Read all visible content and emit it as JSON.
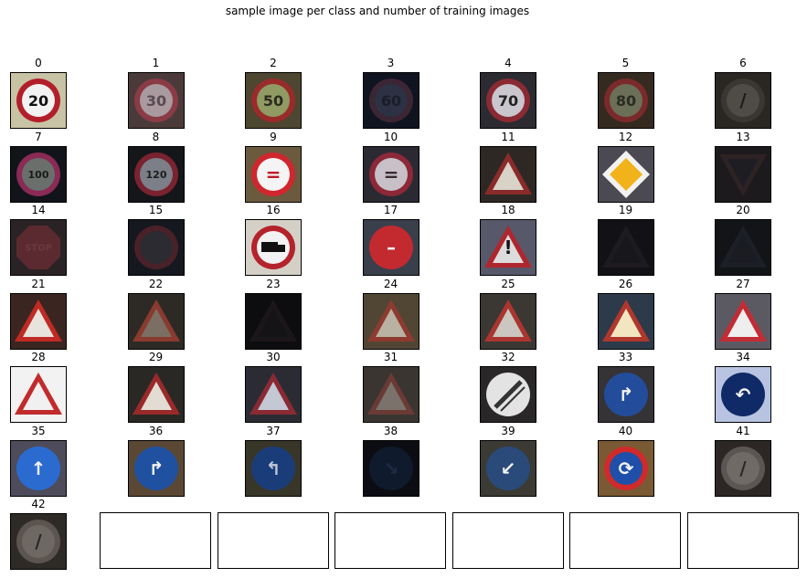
{
  "figure": {
    "title": "sample image per class and number of training images"
  },
  "samples": [
    {
      "label": "0",
      "bg": "#c9c3a6",
      "ring": "#b21f2a",
      "fill": "#f2f2f2",
      "shape": "circle",
      "glyph": "20",
      "glyph_color": "#111111"
    },
    {
      "label": "1",
      "bg": "#4a3b3a",
      "ring": "#8a3b45",
      "fill": "#a99aa0",
      "shape": "circle",
      "glyph": "30",
      "glyph_color": "#5a4a52"
    },
    {
      "label": "2",
      "bg": "#4d4630",
      "ring": "#9a2b2b",
      "fill": "#8f9b63",
      "shape": "circle",
      "glyph": "50",
      "glyph_color": "#2b2a1f"
    },
    {
      "label": "3",
      "bg": "#101420",
      "ring": "#3c2633",
      "fill": "#2c3143",
      "shape": "circle",
      "glyph": "60",
      "glyph_color": "#1a1d2a"
    },
    {
      "label": "4",
      "bg": "#2b2b31",
      "ring": "#8a2a33",
      "fill": "#c9c6cd",
      "shape": "circle",
      "glyph": "70",
      "glyph_color": "#222222"
    },
    {
      "label": "5",
      "bg": "#352a1f",
      "ring": "#7a2a2a",
      "fill": "#6b6f57",
      "shape": "circle",
      "glyph": "80",
      "glyph_color": "#2b2b22"
    },
    {
      "label": "6",
      "bg": "#2a2723",
      "ring": "#3a3733",
      "fill": "#4f4c46",
      "shape": "circle",
      "glyph": "/",
      "glyph_color": "#1f1c18"
    },
    {
      "label": "7",
      "bg": "#111419",
      "ring": "#8a2a55",
      "fill": "#6a6f6b",
      "shape": "circle",
      "glyph": "100",
      "glyph_color": "#1a1a1a"
    },
    {
      "label": "8",
      "bg": "#14161a",
      "ring": "#7a2230",
      "fill": "#7c7f87",
      "shape": "circle",
      "glyph": "120",
      "glyph_color": "#1c1c1c"
    },
    {
      "label": "9",
      "bg": "#6b5a3e",
      "ring": "#d0262e",
      "fill": "#f4f4f4",
      "shape": "circle",
      "glyph": "=",
      "glyph_color": "#c01a24"
    },
    {
      "label": "10",
      "bg": "#2b2a33",
      "ring": "#8c2838",
      "fill": "#c7c0c7",
      "shape": "circle",
      "glyph": "=",
      "glyph_color": "#3a2a2f"
    },
    {
      "label": "11",
      "bg": "#2e2825",
      "ring": "#8a2a2a",
      "fill": "#d8d2c7",
      "shape": "triangle",
      "glyph": "",
      "glyph_color": "#1a1a1a"
    },
    {
      "label": "12",
      "bg": "#4b4a52",
      "ring": "#f2f2f2",
      "fill": "#f2b21a",
      "shape": "diamond",
      "glyph": "",
      "glyph_color": "#000000"
    },
    {
      "label": "13",
      "bg": "#1c1a1c",
      "ring": "#2d2224",
      "fill": "#1e1d22",
      "shape": "inv-triangle",
      "glyph": "",
      "glyph_color": "#000000"
    },
    {
      "label": "14",
      "bg": "#2a2325",
      "ring": "#5a2a30",
      "fill": "#5a2a30",
      "shape": "octagon",
      "glyph": "STOP",
      "glyph_color": "#6a3a3f"
    },
    {
      "label": "15",
      "bg": "#161820",
      "ring": "#4a2128",
      "fill": "#2b2b31",
      "shape": "circle",
      "glyph": "",
      "glyph_color": "#000000"
    },
    {
      "label": "16",
      "bg": "#d5d0c7",
      "ring": "#b4232b",
      "fill": "#f2f2f2",
      "shape": "circle",
      "glyph": "truck",
      "glyph_color": "#111111"
    },
    {
      "label": "17",
      "bg": "#3a3f4c",
      "ring": "#c22a30",
      "fill": "#c22a30",
      "shape": "circle",
      "glyph": "–",
      "glyph_color": "#eeeeee"
    },
    {
      "label": "18",
      "bg": "#57586a",
      "ring": "#b0262e",
      "fill": "#dcdcdc",
      "shape": "triangle",
      "glyph": "!",
      "glyph_color": "#111111"
    },
    {
      "label": "19",
      "bg": "#111116",
      "ring": "#1d1b20",
      "fill": "#18171c",
      "shape": "triangle",
      "glyph": "",
      "glyph_color": "#000000"
    },
    {
      "label": "20",
      "bg": "#121418",
      "ring": "#1d1f26",
      "fill": "#1a1c22",
      "shape": "triangle",
      "glyph": "",
      "glyph_color": "#000000"
    },
    {
      "label": "21",
      "bg": "#3a2520",
      "ring": "#c02a25",
      "fill": "#e8e3dc",
      "shape": "triangle",
      "glyph": "",
      "glyph_color": "#111111"
    },
    {
      "label": "22",
      "bg": "#2d2a26",
      "ring": "#8a3a2e",
      "fill": "#7a6f62",
      "shape": "triangle",
      "glyph": "",
      "glyph_color": "#111111"
    },
    {
      "label": "23",
      "bg": "#0d0d10",
      "ring": "#1b1718",
      "fill": "#141316",
      "shape": "triangle",
      "glyph": "",
      "glyph_color": "#000000"
    },
    {
      "label": "24",
      "bg": "#514634",
      "ring": "#8d3a30",
      "fill": "#b9b1a2",
      "shape": "triangle",
      "glyph": "",
      "glyph_color": "#111111"
    },
    {
      "label": "25",
      "bg": "#3b3733",
      "ring": "#aa3530",
      "fill": "#cbc6bf",
      "shape": "triangle",
      "glyph": "",
      "glyph_color": "#111111"
    },
    {
      "label": "26",
      "bg": "#2c3a4a",
      "ring": "#b0372d",
      "fill": "#f2e6c0",
      "shape": "triangle",
      "glyph": "",
      "glyph_color": "#111111"
    },
    {
      "label": "27",
      "bg": "#5b5a63",
      "ring": "#c22c35",
      "fill": "#eeeeee",
      "shape": "triangle",
      "glyph": "",
      "glyph_color": "#111111"
    },
    {
      "label": "28",
      "bg": "#f2f2f2",
      "ring": "#c12b2b",
      "fill": "#f0f0f0",
      "shape": "triangle",
      "glyph": "",
      "glyph_color": "#111111"
    },
    {
      "label": "29",
      "bg": "#2a2824",
      "ring": "#9a2a2a",
      "fill": "#e2dcd3",
      "shape": "triangle",
      "glyph": "",
      "glyph_color": "#111111"
    },
    {
      "label": "30",
      "bg": "#2b2c33",
      "ring": "#8a2a33",
      "fill": "#c4c7d4",
      "shape": "triangle",
      "glyph": "",
      "glyph_color": "#111111"
    },
    {
      "label": "31",
      "bg": "#3a3531",
      "ring": "#6a3a35",
      "fill": "#7a726b",
      "shape": "triangle",
      "glyph": "",
      "glyph_color": "#111111"
    },
    {
      "label": "32",
      "bg": "#2a2728",
      "ring": "#e3e3e3",
      "fill": "#e3e3e3",
      "shape": "circle",
      "glyph": "slash",
      "glyph_color": "#333333"
    },
    {
      "label": "33",
      "bg": "#353335",
      "ring": "#234d9a",
      "fill": "#234d9a",
      "shape": "circle",
      "glyph": "↱",
      "glyph_color": "#f2f2f2"
    },
    {
      "label": "34",
      "bg": "#b8c3e2",
      "ring": "#0f2a66",
      "fill": "#0f2a66",
      "shape": "circle",
      "glyph": "↶",
      "glyph_color": "#f2f2f2"
    },
    {
      "label": "35",
      "bg": "#4e4b5a",
      "ring": "#2b6bd0",
      "fill": "#2b6bd0",
      "shape": "circle",
      "glyph": "↑",
      "glyph_color": "#f2f2f2"
    },
    {
      "label": "36",
      "bg": "#5a4834",
      "ring": "#2051a0",
      "fill": "#2051a0",
      "shape": "circle",
      "glyph": "↱",
      "glyph_color": "#f2f2f2"
    },
    {
      "label": "37",
      "bg": "#383628",
      "ring": "#1a3d7a",
      "fill": "#1a3d7a",
      "shape": "circle",
      "glyph": "↰",
      "glyph_color": "#bfc8d6"
    },
    {
      "label": "38",
      "bg": "#0b0d12",
      "ring": "#0f1a2c",
      "fill": "#0f1a2c",
      "shape": "circle",
      "glyph": "↘",
      "glyph_color": "#1f2b44"
    },
    {
      "label": "39",
      "bg": "#3b3a35",
      "ring": "#2a4a7a",
      "fill": "#2a4a7a",
      "shape": "circle",
      "glyph": "↙",
      "glyph_color": "#f2f2f2"
    },
    {
      "label": "40",
      "bg": "#7a5a34",
      "ring": "#d02a2a",
      "fill": "#1f4fa8",
      "shape": "circle",
      "glyph": "⟳",
      "glyph_color": "#f2f2f2"
    },
    {
      "label": "41",
      "bg": "#2c2624",
      "ring": "#5b5654",
      "fill": "#6f6a66",
      "shape": "circle",
      "glyph": "/",
      "glyph_color": "#2a2725"
    },
    {
      "label": "42",
      "bg": "#2e2a25",
      "ring": "#5b544f",
      "fill": "#6d6862",
      "shape": "circle",
      "glyph": "/",
      "glyph_color": "#2a2623"
    }
  ],
  "empty_axes_count": 6
}
